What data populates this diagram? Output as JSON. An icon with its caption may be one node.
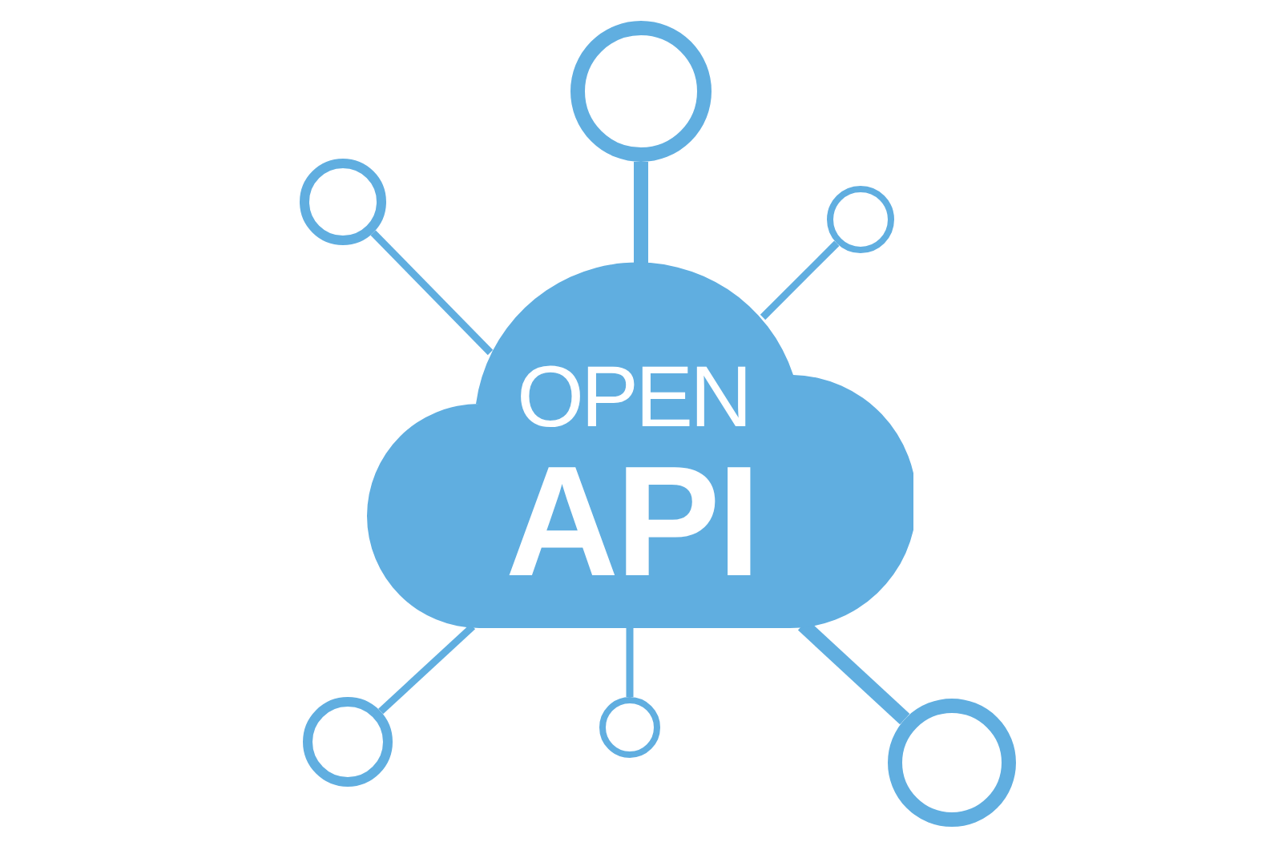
{
  "diagram": {
    "nodes": [
      {
        "text": [
          "OPEN",
          "API"
        ]
      },
      {
        "text": [],
        "shape": "circle"
      },
      {
        "text": [],
        "shape": "circle"
      },
      {
        "text": [],
        "shape": "circle"
      },
      {
        "text": [],
        "shape": "circle"
      },
      {
        "text": [],
        "shape": "circle"
      },
      {
        "text": [],
        "shape": "circle"
      }
    ],
    "edges": [
      {
        "from": 0,
        "to": 1,
        "arrow": "none",
        "style": "thick"
      },
      {
        "from": 0,
        "to": 2,
        "arrow": "none"
      },
      {
        "from": 0,
        "to": 3,
        "arrow": "none"
      },
      {
        "from": 0,
        "to": 4,
        "arrow": "none"
      },
      {
        "from": 0,
        "to": 5,
        "arrow": "none"
      },
      {
        "from": 0,
        "to": 6,
        "arrow": "none",
        "style": "thick"
      }
    ]
  }
}
